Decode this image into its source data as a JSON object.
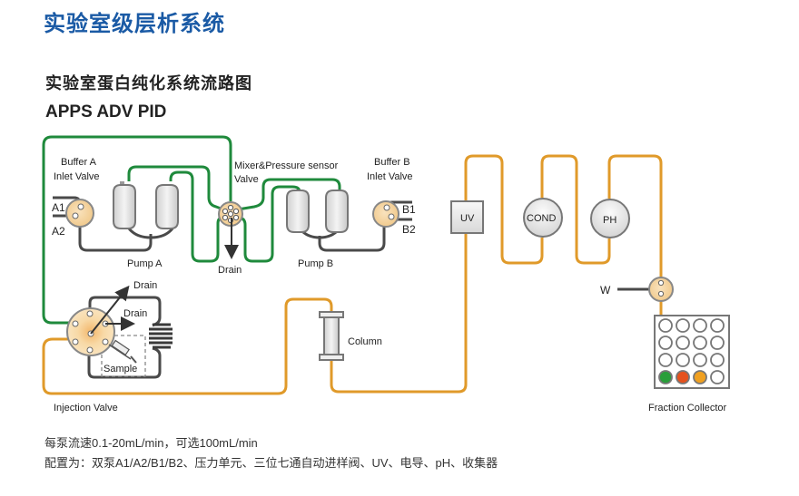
{
  "header": {
    "title": "实验室级层析系统",
    "subtitle": "实验室蛋白纯化系统流路图",
    "model": "APPS ADV PID"
  },
  "diagram": {
    "buffer_a": {
      "label_line1": "Buffer A",
      "label_line2": "Inlet Valve",
      "port1": "A1",
      "port2": "A2"
    },
    "pump_a": {
      "label": "Pump A"
    },
    "mixer": {
      "label_line1": "Mixer&Pressure sensor",
      "label_line2": "Valve",
      "drain": "Drain"
    },
    "pump_b": {
      "label": "Pump B"
    },
    "buffer_b": {
      "label_line1": "Buffer B",
      "label_line2": "Inlet Valve",
      "port1": "B1",
      "port2": "B2"
    },
    "injection": {
      "label": "Injection Valve",
      "drain1": "Drain",
      "drain2": "Drain",
      "sample": "Sample"
    },
    "column": {
      "label": "Column"
    },
    "uv": {
      "label": "UV"
    },
    "cond": {
      "label": "COND"
    },
    "ph": {
      "label": "PH"
    },
    "waste": {
      "label": "W"
    },
    "fraction_collector": {
      "label": "Fraction Collector",
      "rows": 4,
      "cols": 4,
      "filled_tubes": [
        {
          "row": 4,
          "col": 1,
          "color": "#2a9e3a"
        },
        {
          "row": 4,
          "col": 2,
          "color": "#e5521e"
        },
        {
          "row": 4,
          "col": 3,
          "color": "#f0a020"
        }
      ]
    },
    "colors": {
      "buffer_line": "#1f8a3c",
      "sample_line": "#e09a2a",
      "pipe_dark": "#4a4a4a",
      "valve_fill": "#f6d9a8",
      "title_blue": "#1a5aa5"
    }
  },
  "notes": {
    "flow": "每泵流速0.1-20mL/min，可选100mL/min",
    "config": "配置为：双泵A1/A2/B1/B2、压力单元、三位七通自动进样阀、UV、电导、pH、收集器"
  }
}
